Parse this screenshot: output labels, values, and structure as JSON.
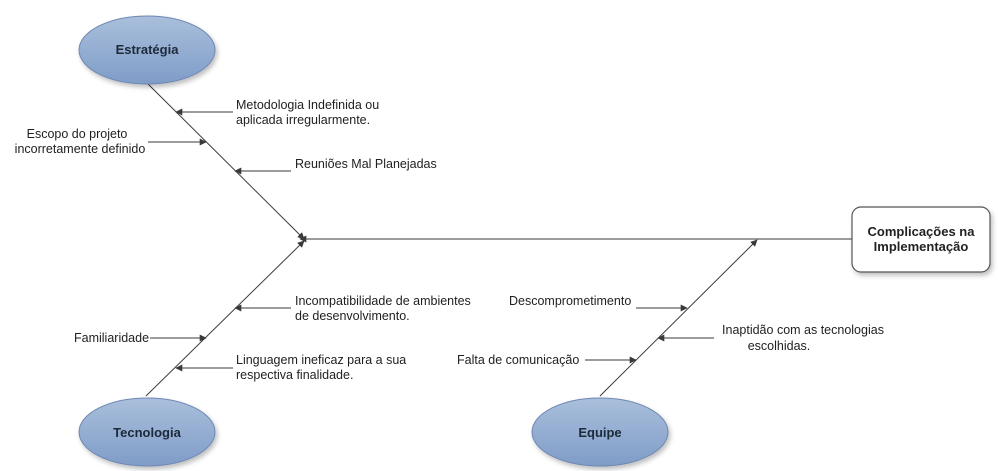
{
  "effect": {
    "line1": "Complicações na",
    "line2": "Implementação"
  },
  "categories": {
    "estrategia": "Estratégia",
    "tecnologia": "Tecnologia",
    "equipe": "Equipe"
  },
  "causes": {
    "metodologia": {
      "line1": "Metodologia Indefinida ou",
      "line2": "aplicada irregularmente."
    },
    "escopo": {
      "line1": "Escopo do projeto",
      "line2": "incorretamente definido"
    },
    "reunioes": {
      "line1": "Reuniões Mal Planejadas"
    },
    "incompatibilidade": {
      "line1": "Incompatibilidade de ambientes",
      "line2": "de desenvolvimento."
    },
    "familiaridade": {
      "line1": "Familiaridade"
    },
    "linguagem": {
      "line1": "Linguagem ineficaz para a sua",
      "line2": "respectiva finalidade."
    },
    "descomprometimento": {
      "line1": "Descomprometimento"
    },
    "inaptidao": {
      "line1": "Inaptidão com as tecnologias",
      "line2": "escolhidas."
    },
    "falta": {
      "line1": "Falta de comunicação"
    }
  },
  "colors": {
    "ellipse_fill_top": "#a9bfdb",
    "ellipse_fill_bottom": "#7f9cc8",
    "ellipse_stroke": "#6f88b3",
    "lines": "#3a3a3a",
    "effect_border": "#555555"
  }
}
